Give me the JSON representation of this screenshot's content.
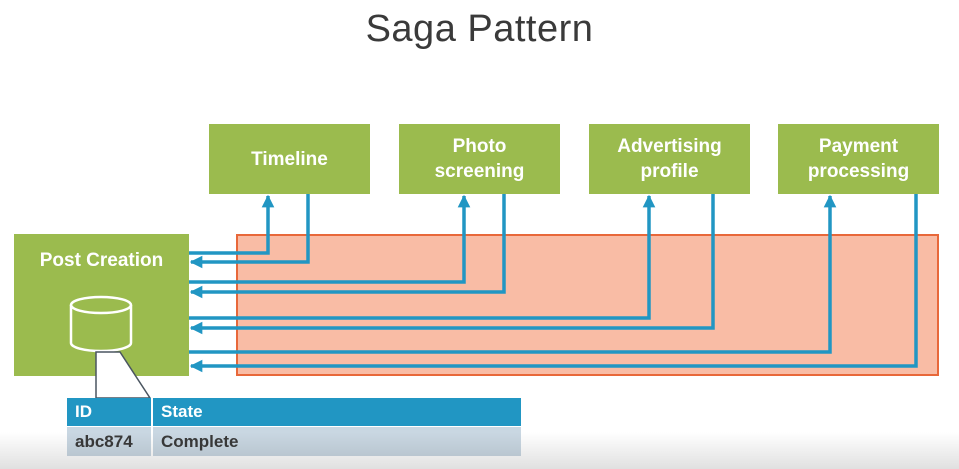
{
  "title": "Saga Pattern",
  "orchestrator": {
    "label": "Post Creation"
  },
  "services": [
    {
      "label": "Timeline"
    },
    {
      "label": "Photo\nscreening"
    },
    {
      "label": "Advertising\nprofile"
    },
    {
      "label": "Payment\nprocessing"
    }
  ],
  "state_table": {
    "headers": [
      "ID",
      "State"
    ],
    "rows": [
      [
        "abc874",
        "Complete"
      ]
    ]
  },
  "colors": {
    "service_green": "#9bbb4e",
    "arrow_blue": "#2196c3",
    "saga_fill": "#f9bca5",
    "saga_border": "#e8683a",
    "table_header": "#2196c3",
    "table_row": "#c9d7e2"
  }
}
